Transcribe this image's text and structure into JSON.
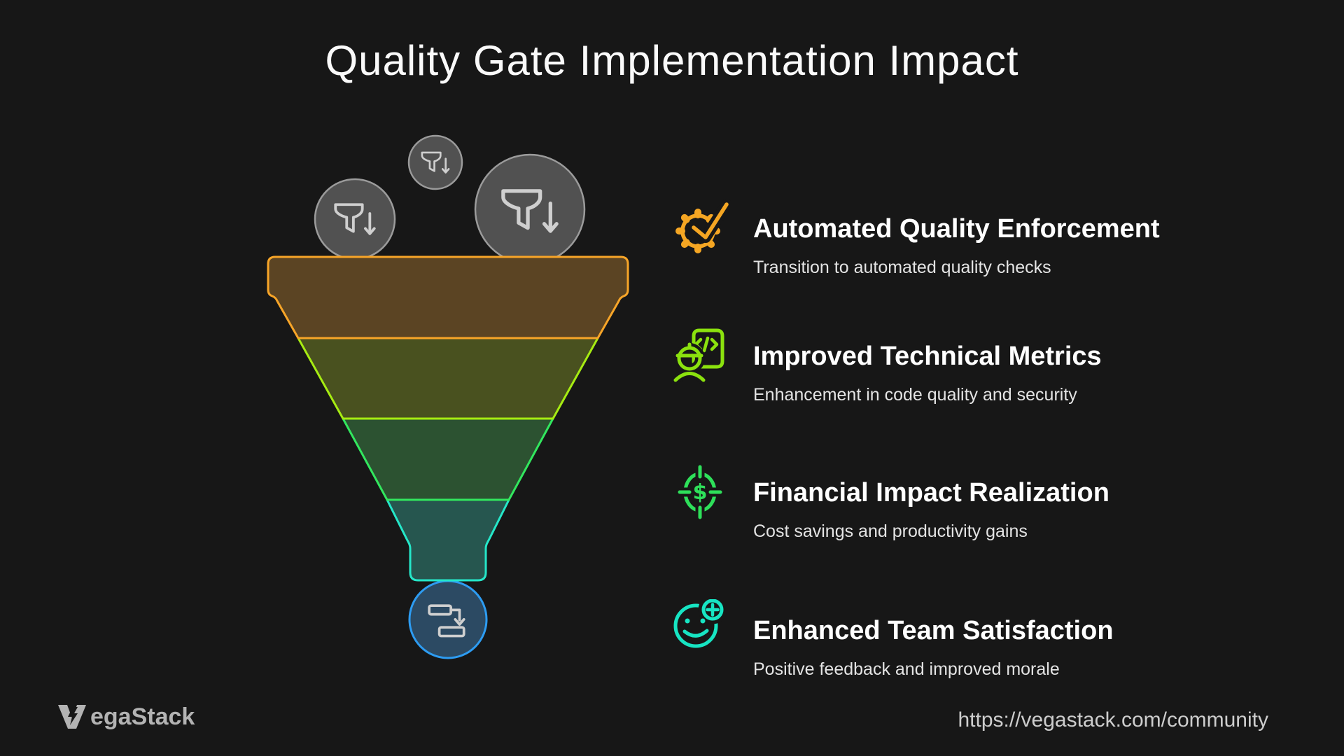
{
  "page": {
    "title": "Quality Gate Implementation Impact",
    "background": "#171717"
  },
  "funnel": {
    "stages": [
      {
        "label": "stage-1",
        "stroke": "#F7A528",
        "fill": "#5B4423"
      },
      {
        "label": "stage-2",
        "stroke": "#A6EC12",
        "fill": "#49511F"
      },
      {
        "label": "stage-3",
        "stroke": "#32E75E",
        "fill": "#2C5231"
      },
      {
        "label": "stage-4",
        "stroke": "#25E7C9",
        "fill": "#26564F"
      }
    ],
    "input_bubbles": {
      "icon": "funnel-drop-icon",
      "count": 3,
      "bubble_fill": "#515151",
      "bubble_stroke": "#9B9B9B",
      "glyph_stroke": "#CFCFCF"
    },
    "output_bubble": {
      "icon": "workflow-icon",
      "bubble_fill": "#2C4A63",
      "bubble_stroke": "#2D9CF2",
      "glyph_stroke": "#CFCFCF"
    }
  },
  "benefits": [
    {
      "icon": "gear-check-icon",
      "color": "#F5A623",
      "title": "Automated Quality Enforcement",
      "subtitle": "Transition to automated quality checks"
    },
    {
      "icon": "engineer-code-icon",
      "color": "#8BE20E",
      "title": "Improved Technical Metrics",
      "subtitle": "Enhancement in code quality and security"
    },
    {
      "icon": "dollar-target-icon",
      "color": "#2EE05A",
      "title": "Financial Impact Realization",
      "subtitle": "Cost savings and productivity gains"
    },
    {
      "icon": "smiley-plus-icon",
      "color": "#17E5C3",
      "title": "Enhanced Team Satisfaction",
      "subtitle": "Positive feedback and improved morale"
    }
  ],
  "footer": {
    "brand": "VegaStack",
    "brand_text": "egaStack",
    "url": "https://vegastack.com/community"
  }
}
